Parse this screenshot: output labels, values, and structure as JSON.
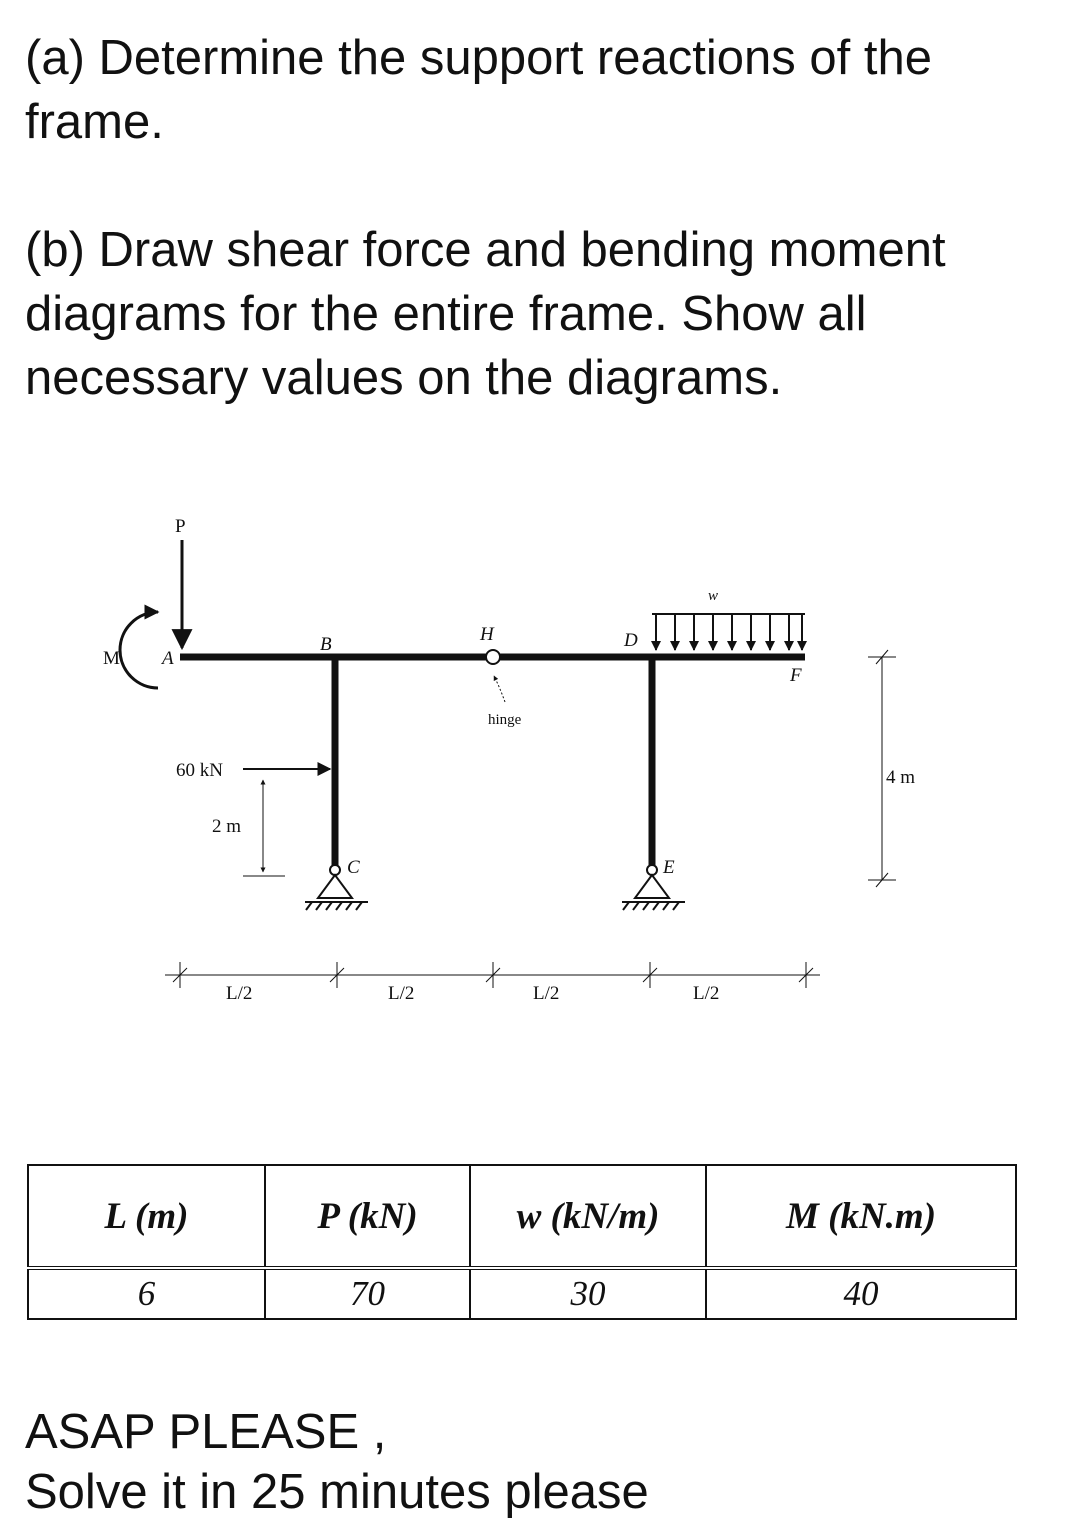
{
  "question_a": "(a) Determine the support reactions of the frame.",
  "question_b": "(b) Draw shear force and bending moment diagrams for the entire frame. Show all necessary values on the diagrams.",
  "figure": {
    "label_P": "P",
    "label_M": "M",
    "label_A": "A",
    "label_B": "B",
    "label_H": "H",
    "label_D": "D",
    "label_w": "w",
    "label_F": "F",
    "label_C": "C",
    "label_E": "E",
    "label_hinge": "hinge",
    "label_force": "60 kN",
    "label_2m": "2 m",
    "label_4m": "4 m",
    "spans": [
      "L/2",
      "L/2",
      "L/2",
      "L/2"
    ]
  },
  "table": {
    "headers": [
      "L (m)",
      "P (kN)",
      "w (kN/m)",
      "M (kN.m)"
    ],
    "values": [
      "6",
      "70",
      "30",
      "40"
    ]
  },
  "footer_line1": "ASAP PLEASE ,",
  "footer_line2": "Solve it in 25 minutes please"
}
